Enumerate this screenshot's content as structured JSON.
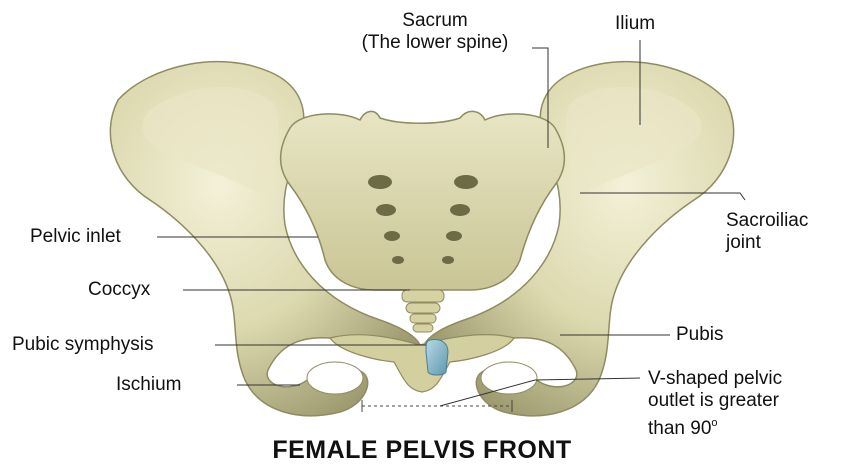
{
  "title": "FEMALE PELVIS FRONT",
  "labels": {
    "sacrum_line1": "Sacrum",
    "sacrum_line2": "(The lower spine)",
    "ilium": "Ilium",
    "sacroiliac_line1": "Sacroiliac",
    "sacroiliac_line2": "joint",
    "pelvic_inlet": "Pelvic inlet",
    "coccyx": "Coccyx",
    "pubic_symphysis": "Pubic symphysis",
    "pubis": "Pubis",
    "ischium": "Ischium",
    "outlet_line1": "V-shaped pelvic",
    "outlet_line2": "outlet is greater",
    "outlet_line3": "than 90",
    "outlet_degree": "o"
  },
  "colors": {
    "bone": "#dcd8ae",
    "bone_shadow": "#a9a57a",
    "bone_highlight": "#f2f0d6",
    "cartilage": "#7fb3c9",
    "leader": "#333333"
  }
}
